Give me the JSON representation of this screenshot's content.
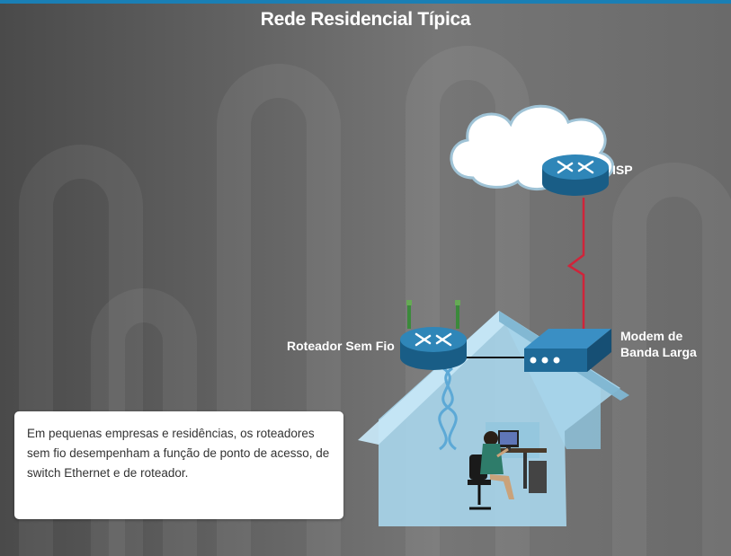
{
  "title": "Rede Residencial Típica",
  "labels": {
    "isp": "ISP",
    "router": "Roteador Sem Fio",
    "modem_line1": "Modem de",
    "modem_line2": "Banda Larga"
  },
  "info_text": "Em pequenas empresas e residências, os roteadores sem fio desempenham a função de ponto de acesso, de switch Ethernet e de roteador.",
  "colors": {
    "accent": "#1a7fb5",
    "wan_link": "#d0243a",
    "device_blue": "#1e6a96",
    "house": "#a9d6ec"
  },
  "icons": [
    "cloud-icon",
    "router-icon",
    "wireless-router-icon",
    "modem-icon",
    "computer-user-icon"
  ]
}
